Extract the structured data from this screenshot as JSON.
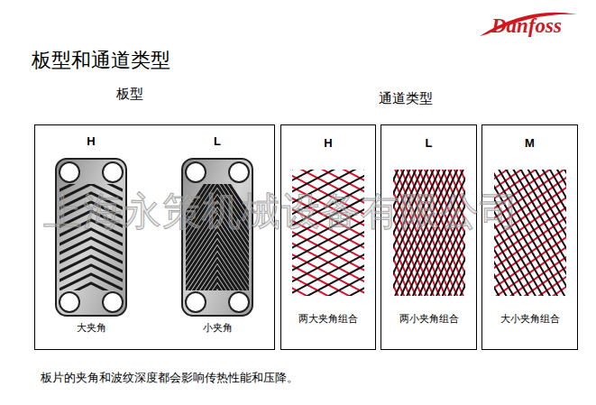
{
  "diagram": {
    "title": "板型和通道类型",
    "caption": "板片的夹角和波纹深度都会影响传热性能和压降。",
    "nodes": [
      {
        "text": [
          "板型"
        ]
      },
      {
        "text": [
          "H",
          "大夹角"
        ],
        "in": 0
      },
      {
        "text": [
          "L",
          "小夹角"
        ],
        "in": 0
      },
      {
        "text": [
          "H",
          "两大夹角组合"
        ]
      },
      {
        "text": [
          "L",
          "两小夹角组合"
        ]
      },
      {
        "text": [
          "M",
          "大小夹角组合"
        ]
      }
    ],
    "labels": [
      "通道类型",
      "Danfoss",
      "上海永策机械设备有限公司"
    ]
  }
}
